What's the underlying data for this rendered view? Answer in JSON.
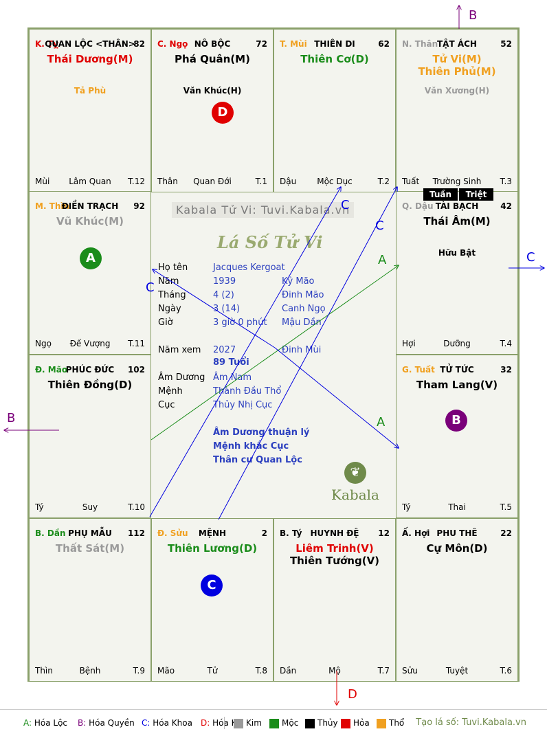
{
  "palace_cells": [
    {
      "branch": "K. Tỵ",
      "branch_color": "#e00000",
      "name": "QUAN LỘC <THÂN>",
      "age": "82",
      "stars": [
        {
          "t": "Thái Dương(M)",
          "c": "#e00000"
        }
      ],
      "minor": [
        {
          "t": "Tả Phù",
          "c": "#f0a020"
        }
      ],
      "foot": [
        "Mùi",
        "Lâm Quan",
        "T.12"
      ]
    },
    {
      "branch": "C. Ngọ",
      "branch_color": "#e00000",
      "name": "NÔ BỘC",
      "age": "72",
      "stars": [
        {
          "t": "Phá Quân(M)",
          "c": "#000000"
        }
      ],
      "minor": [
        {
          "t": "Văn Khúc(H)",
          "c": "#000000"
        }
      ],
      "foot": [
        "Thân",
        "Quan Đới",
        "T.1"
      ]
    },
    {
      "branch": "T. Mùi",
      "branch_color": "#f0a020",
      "name": "THIÊN DI",
      "age": "62",
      "stars": [
        {
          "t": "Thiên Cơ(D)",
          "c": "#1a8c1a"
        }
      ],
      "minor": [],
      "foot": [
        "Dậu",
        "Mộc Dục",
        "T.2"
      ]
    },
    {
      "branch": "N. Thân",
      "branch_color": "#9a9a9a",
      "name": "TẬT ÁCH",
      "age": "52",
      "stars": [
        {
          "t": "Tử Vi(M)",
          "c": "#f0a020"
        },
        {
          "t": "Thiên Phủ(M)",
          "c": "#f0a020"
        }
      ],
      "minor": [
        {
          "t": "Văn Xương(H)",
          "c": "#9a9a9a"
        }
      ],
      "foot": [
        "Tuất",
        "Trường Sinh",
        "T.3"
      ]
    },
    {
      "branch": "M. Thìn",
      "branch_color": "#f0a020",
      "name": "ĐIỀN TRẠCH",
      "age": "92",
      "stars": [
        {
          "t": "Vũ Khúc(M)",
          "c": "#9a9a9a"
        }
      ],
      "minor": [],
      "foot": [
        "Ngọ",
        "Đế Vượng",
        "T.11"
      ]
    },
    {
      "branch": "Q. Dậu",
      "branch_color": "#9a9a9a",
      "name": "TÀI BẠCH",
      "age": "42",
      "stars": [
        {
          "t": "Thái Âm(M)",
          "c": "#000000"
        }
      ],
      "minor": [
        {
          "t": "Hữu Bật",
          "c": "#000000"
        }
      ],
      "foot": [
        "Hợi",
        "Dưỡng",
        "T.4"
      ]
    },
    {
      "branch": "Đ. Mão",
      "branch_color": "#1a8c1a",
      "name": "PHÚC ĐỨC",
      "age": "102",
      "stars": [
        {
          "t": "Thiên Đồng(D)",
          "c": "#000000"
        }
      ],
      "minor": [],
      "foot": [
        "Tý",
        "Suy",
        "T.10"
      ]
    },
    {
      "branch": "G. Tuất",
      "branch_color": "#f0a020",
      "name": "TỬ TỨC",
      "age": "32",
      "stars": [
        {
          "t": "Tham Lang(V)",
          "c": "#000000"
        }
      ],
      "minor": [],
      "foot": [
        "Tý",
        "Thai",
        "T.5"
      ]
    },
    {
      "branch": "B. Dần",
      "branch_color": "#1a8c1a",
      "name": "PHỤ MẪU",
      "age": "112",
      "stars": [
        {
          "t": "Thất Sát(M)",
          "c": "#9a9a9a"
        }
      ],
      "minor": [],
      "foot": [
        "Thìn",
        "Bệnh",
        "T.9"
      ]
    },
    {
      "branch": "Đ. Sửu",
      "branch_color": "#f0a020",
      "name": "MỆNH",
      "age": "2",
      "stars": [
        {
          "t": "Thiên Lương(D)",
          "c": "#1a8c1a"
        }
      ],
      "minor": [],
      "foot": [
        "Mão",
        "Tử",
        "T.8"
      ]
    },
    {
      "branch": "B. Tý",
      "branch_color": "#000000",
      "name": "HUYNH ĐỆ",
      "age": "12",
      "stars": [
        {
          "t": "Liêm Trinh(V)",
          "c": "#e00000"
        },
        {
          "t": "Thiên Tướng(V)",
          "c": "#000000"
        }
      ],
      "minor": [],
      "foot": [
        "Dần",
        "Mộ",
        "T.7"
      ]
    },
    {
      "branch": "Ấ. Hợi",
      "branch_color": "#000000",
      "name": "PHU THÊ",
      "age": "22",
      "stars": [
        {
          "t": "Cự Môn(D)",
          "c": "#000000"
        }
      ],
      "minor": [],
      "foot": [
        "Sửu",
        "Tuyệt",
        "T.6"
      ]
    }
  ],
  "circles": [
    {
      "label": "D",
      "color": "#e00000"
    },
    {
      "label": "A",
      "color": "#1a8c1a"
    },
    {
      "label": "B",
      "color": "#7a007a"
    },
    {
      "label": "C",
      "color": "#0000e0"
    }
  ],
  "tuan_triet": [
    "Tuần",
    "Triệt"
  ],
  "center": {
    "watermark": "Kabala Tử Vi: Tuvi.Kabala.vn",
    "title": "Lá Số Tử Vi",
    "brand": "Kabala",
    "rows": [
      {
        "label": "Họ tên",
        "v1": "Jacques Kergoat",
        "v2": ""
      },
      {
        "label": "Năm",
        "v1": "1939",
        "v2": "Kỷ Mão"
      },
      {
        "label": "Tháng",
        "v1": "4  (2)",
        "v2": "Đinh Mão"
      },
      {
        "label": "Ngày",
        "v1": "3  (14)",
        "v2": "Canh Ngọ"
      },
      {
        "label": "Giờ",
        "v1": "3 giờ 0 phút",
        "v2": "Mậu Dần"
      },
      {
        "label": "Năm xem",
        "v1": "2027",
        "v2": "Đinh Mùi"
      },
      {
        "label": "",
        "v1": "89 Tuổi",
        "v2": ""
      },
      {
        "label": "Âm Dương",
        "v1": "Âm Nam",
        "v2": ""
      },
      {
        "label": "Mệnh",
        "v1": "Thành Đầu Thổ",
        "v2": ""
      },
      {
        "label": "Cục",
        "v1": "Thủy Nhị Cục",
        "v2": ""
      }
    ],
    "notes": [
      "Âm Dương thuận lý",
      "Mệnh khắc Cục",
      "Thân cư Quan Lộc"
    ]
  },
  "arrow_labels": {
    "a": "A",
    "b": "B",
    "c": "C",
    "d": "D"
  },
  "colors": {
    "A": "#1a8c1a",
    "B": "#7a007a",
    "C": "#0000e0",
    "D": "#e00000"
  },
  "legend": {
    "hoa": [
      {
        "k": "A:",
        "v": "Hóa Lộc",
        "c": "#1a8c1a"
      },
      {
        "k": "B:",
        "v": "Hóa Quyền",
        "c": "#7a007a"
      },
      {
        "k": "C:",
        "v": "Hóa Khoa",
        "c": "#0000e0"
      },
      {
        "k": "D:",
        "v": "Hóa Kị",
        "c": "#e00000"
      }
    ],
    "elements": [
      {
        "v": "Kim",
        "c": "#9a9a9a"
      },
      {
        "v": "Mộc",
        "c": "#1a8c1a"
      },
      {
        "v": "Thủy",
        "c": "#000000"
      },
      {
        "v": "Hỏa",
        "c": "#e00000"
      },
      {
        "v": "Thổ",
        "c": "#f0a020"
      }
    ],
    "site": "Tạo lá số: Tuvi.Kabala.vn"
  }
}
